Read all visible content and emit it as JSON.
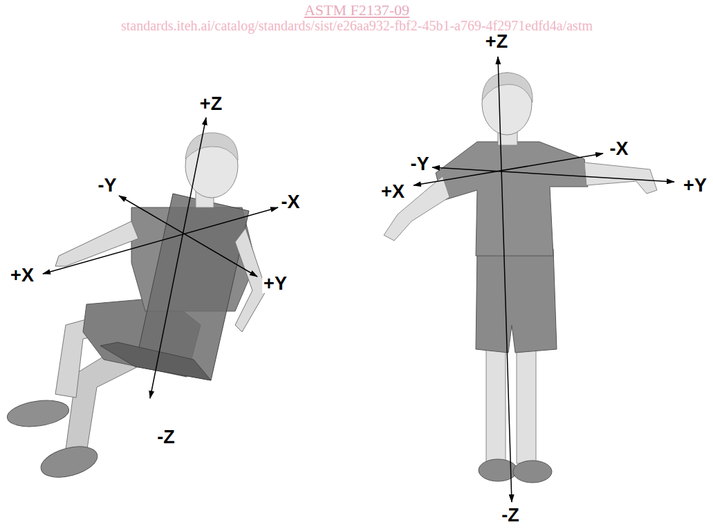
{
  "diagram": {
    "labels": [
      "ASTM F2137-09",
      "standards.iteh.ai/catalog/standards/sist/e26aa932-fbf2-45b1-a769-4f2971edfd4a/astm",
      "+Z",
      "-Y",
      "-X",
      "+X",
      "+Y",
      "-Z",
      "+Z",
      "-X",
      "-Y",
      "+X",
      "+Y",
      "-Z"
    ]
  }
}
